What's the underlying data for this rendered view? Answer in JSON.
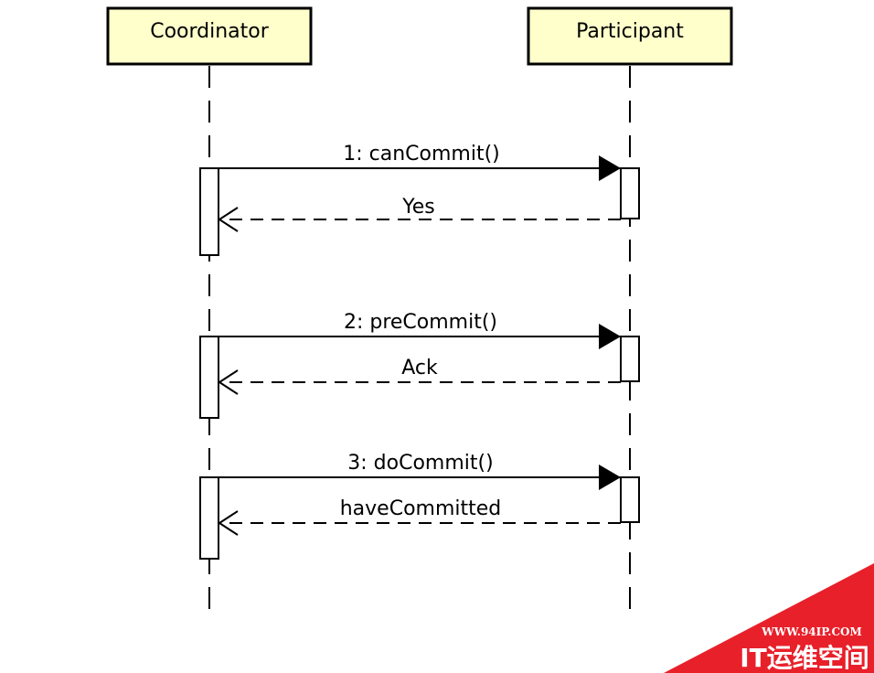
{
  "lifelines": {
    "coordinator": {
      "label": "Coordinator"
    },
    "participant": {
      "label": "Participant"
    }
  },
  "messages": [
    {
      "call": "1: canCommit()",
      "reply": "Yes"
    },
    {
      "call": "2: preCommit()",
      "reply": "Ack"
    },
    {
      "call": "3: doCommit()",
      "reply": "haveCommitted"
    }
  ],
  "watermark": {
    "url": "WWW.94IP.COM",
    "title": "IT运维空间"
  },
  "colors": {
    "lifeline_box_fill": "#ffffcc",
    "stroke": "#000000",
    "watermark_red": "#e8202a",
    "background": "#ffffff"
  }
}
